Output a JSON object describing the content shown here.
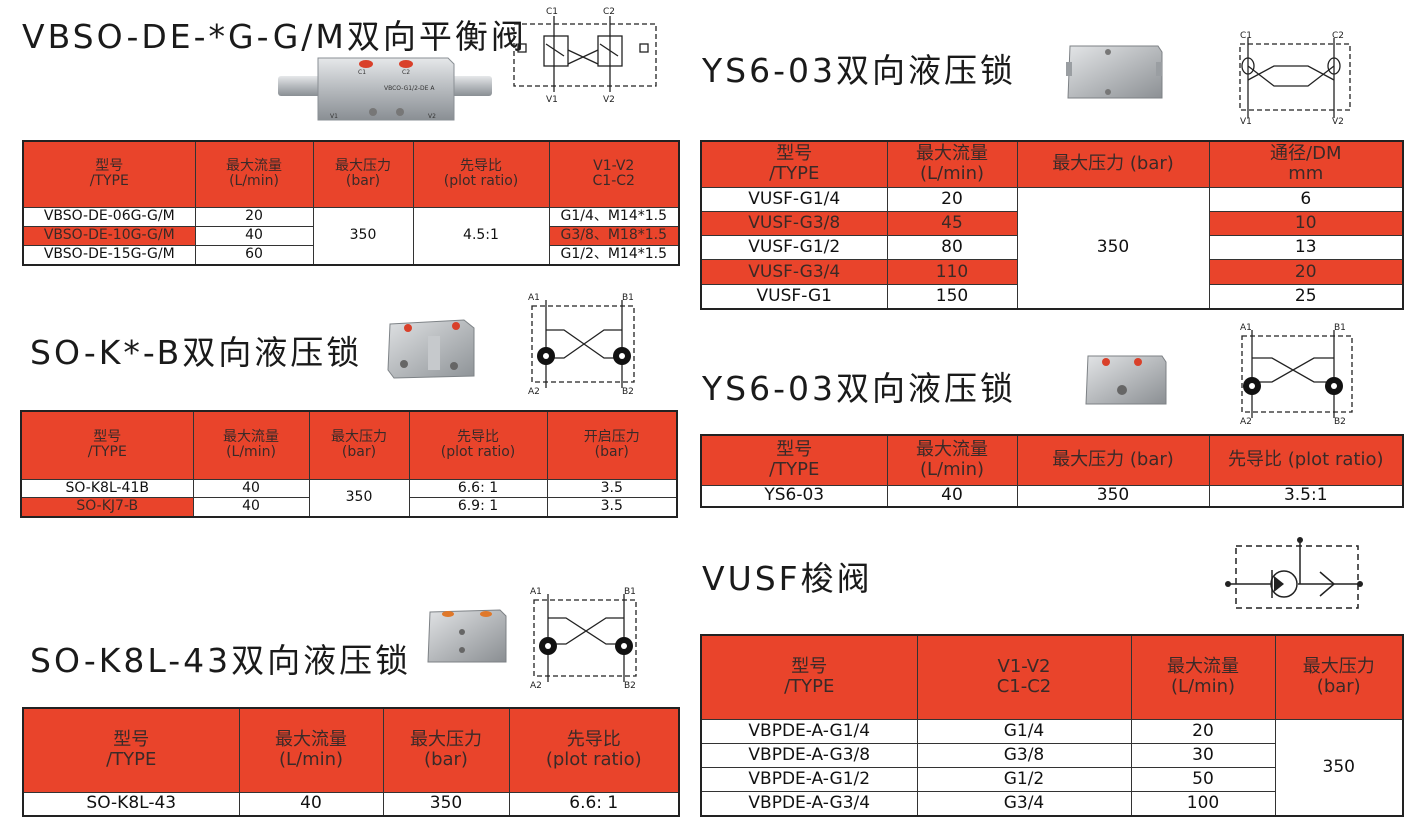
{
  "sections": {
    "vbso": {
      "title": "VBSO-DE-*G-G/M双向平衡阀",
      "headers": [
        "型号\n/TYPE",
        "最大流量\n(L/min)",
        "最大压力\n(bar)",
        "先导比\n(plot ratio)",
        "V1-V2\nC1-C2"
      ],
      "rows": [
        {
          "type": "VBSO-DE-06G-G/M",
          "flow": "20",
          "port": "G1/4、M14*1.5"
        },
        {
          "type": "VBSO-DE-10G-G/M",
          "flow": "40",
          "port": "G3/8、M18*1.5"
        },
        {
          "type": "VBSO-DE-15G-G/M",
          "flow": "60",
          "port": "G1/2、M14*1.5"
        }
      ],
      "pressure": "350",
      "ratio": "4.5:1",
      "photo_text": "VBCO-G1/2-DE A",
      "photo_ports": [
        "C1",
        "C2",
        "V1",
        "V2"
      ],
      "schematic_labels": [
        "C1",
        "C2",
        "V1",
        "V2"
      ]
    },
    "sok": {
      "title": "SO-K*-B双向液压锁",
      "headers": [
        "型号\n/TYPE",
        "最大流量\n(L/min)",
        "最大压力\n(bar)",
        "先导比\n(plot ratio)",
        "开启压力\n(bar)"
      ],
      "rows": [
        {
          "type": "SO-K8L-41B",
          "flow": "40",
          "ratio": "6.6: 1",
          "open": "3.5"
        },
        {
          "type": "SO-KJ7-B",
          "flow": "40",
          "ratio": "6.9: 1",
          "open": "3.5"
        }
      ],
      "pressure": "350",
      "schematic_labels": [
        "A1",
        "B1",
        "A2",
        "B2"
      ]
    },
    "sok43": {
      "title": "SO-K8L-43双向液压锁",
      "headers": [
        "型号\n/TYPE",
        "最大流量\n(L/min)",
        "最大压力\n(bar)",
        "先导比\n(plot ratio)"
      ],
      "row": {
        "type": "SO-K8L-43",
        "flow": "40",
        "pressure": "350",
        "ratio": "6.6: 1"
      },
      "schematic_labels": [
        "A1",
        "B1",
        "A2",
        "B2"
      ]
    },
    "ys6a": {
      "title": "YS6-03双向液压锁",
      "headers": [
        "型号\n/TYPE",
        "最大流量\n(L/min)",
        "最大压力 (bar)",
        "通径/DM\nmm"
      ],
      "rows": [
        {
          "type": "VUSF-G1/4",
          "flow": "20",
          "dm": "6"
        },
        {
          "type": "VUSF-G3/8",
          "flow": "45",
          "dm": "10"
        },
        {
          "type": "VUSF-G1/2",
          "flow": "80",
          "dm": "13"
        },
        {
          "type": "VUSF-G3/4",
          "flow": "110",
          "dm": "20"
        },
        {
          "type": "VUSF-G1",
          "flow": "150",
          "dm": "25"
        }
      ],
      "pressure": "350",
      "schematic_labels": [
        "C1",
        "C2",
        "V1",
        "V2"
      ]
    },
    "ys6b": {
      "title": "YS6-03双向液压锁",
      "headers": [
        "型号\n/TYPE",
        "最大流量\n(L/min)",
        "最大压力 (bar)",
        "先导比 (plot ratio)"
      ],
      "row": {
        "type": "YS6-03",
        "flow": "40",
        "pressure": "350",
        "ratio": "3.5:1"
      },
      "schematic_labels": [
        "A1",
        "B1",
        "A2",
        "B2"
      ]
    },
    "vusf": {
      "title": "VUSF梭阀",
      "headers": [
        "型号\n/TYPE",
        "V1-V2\nC1-C2",
        "最大流量\n(L/min)",
        "最大压力\n(bar)"
      ],
      "rows": [
        {
          "type": "VBPDE-A-G1/4",
          "port": "G1/4",
          "flow": "20"
        },
        {
          "type": "VBPDE-A-G3/8",
          "port": "G3/8",
          "flow": "30"
        },
        {
          "type": "VBPDE-A-G1/2",
          "port": "G1/2",
          "flow": "50"
        },
        {
          "type": "VBPDE-A-G3/4",
          "port": "G3/4",
          "flow": "100"
        }
      ],
      "pressure": "350"
    }
  },
  "colors": {
    "header_red": "#e9442b",
    "border": "#222222"
  }
}
